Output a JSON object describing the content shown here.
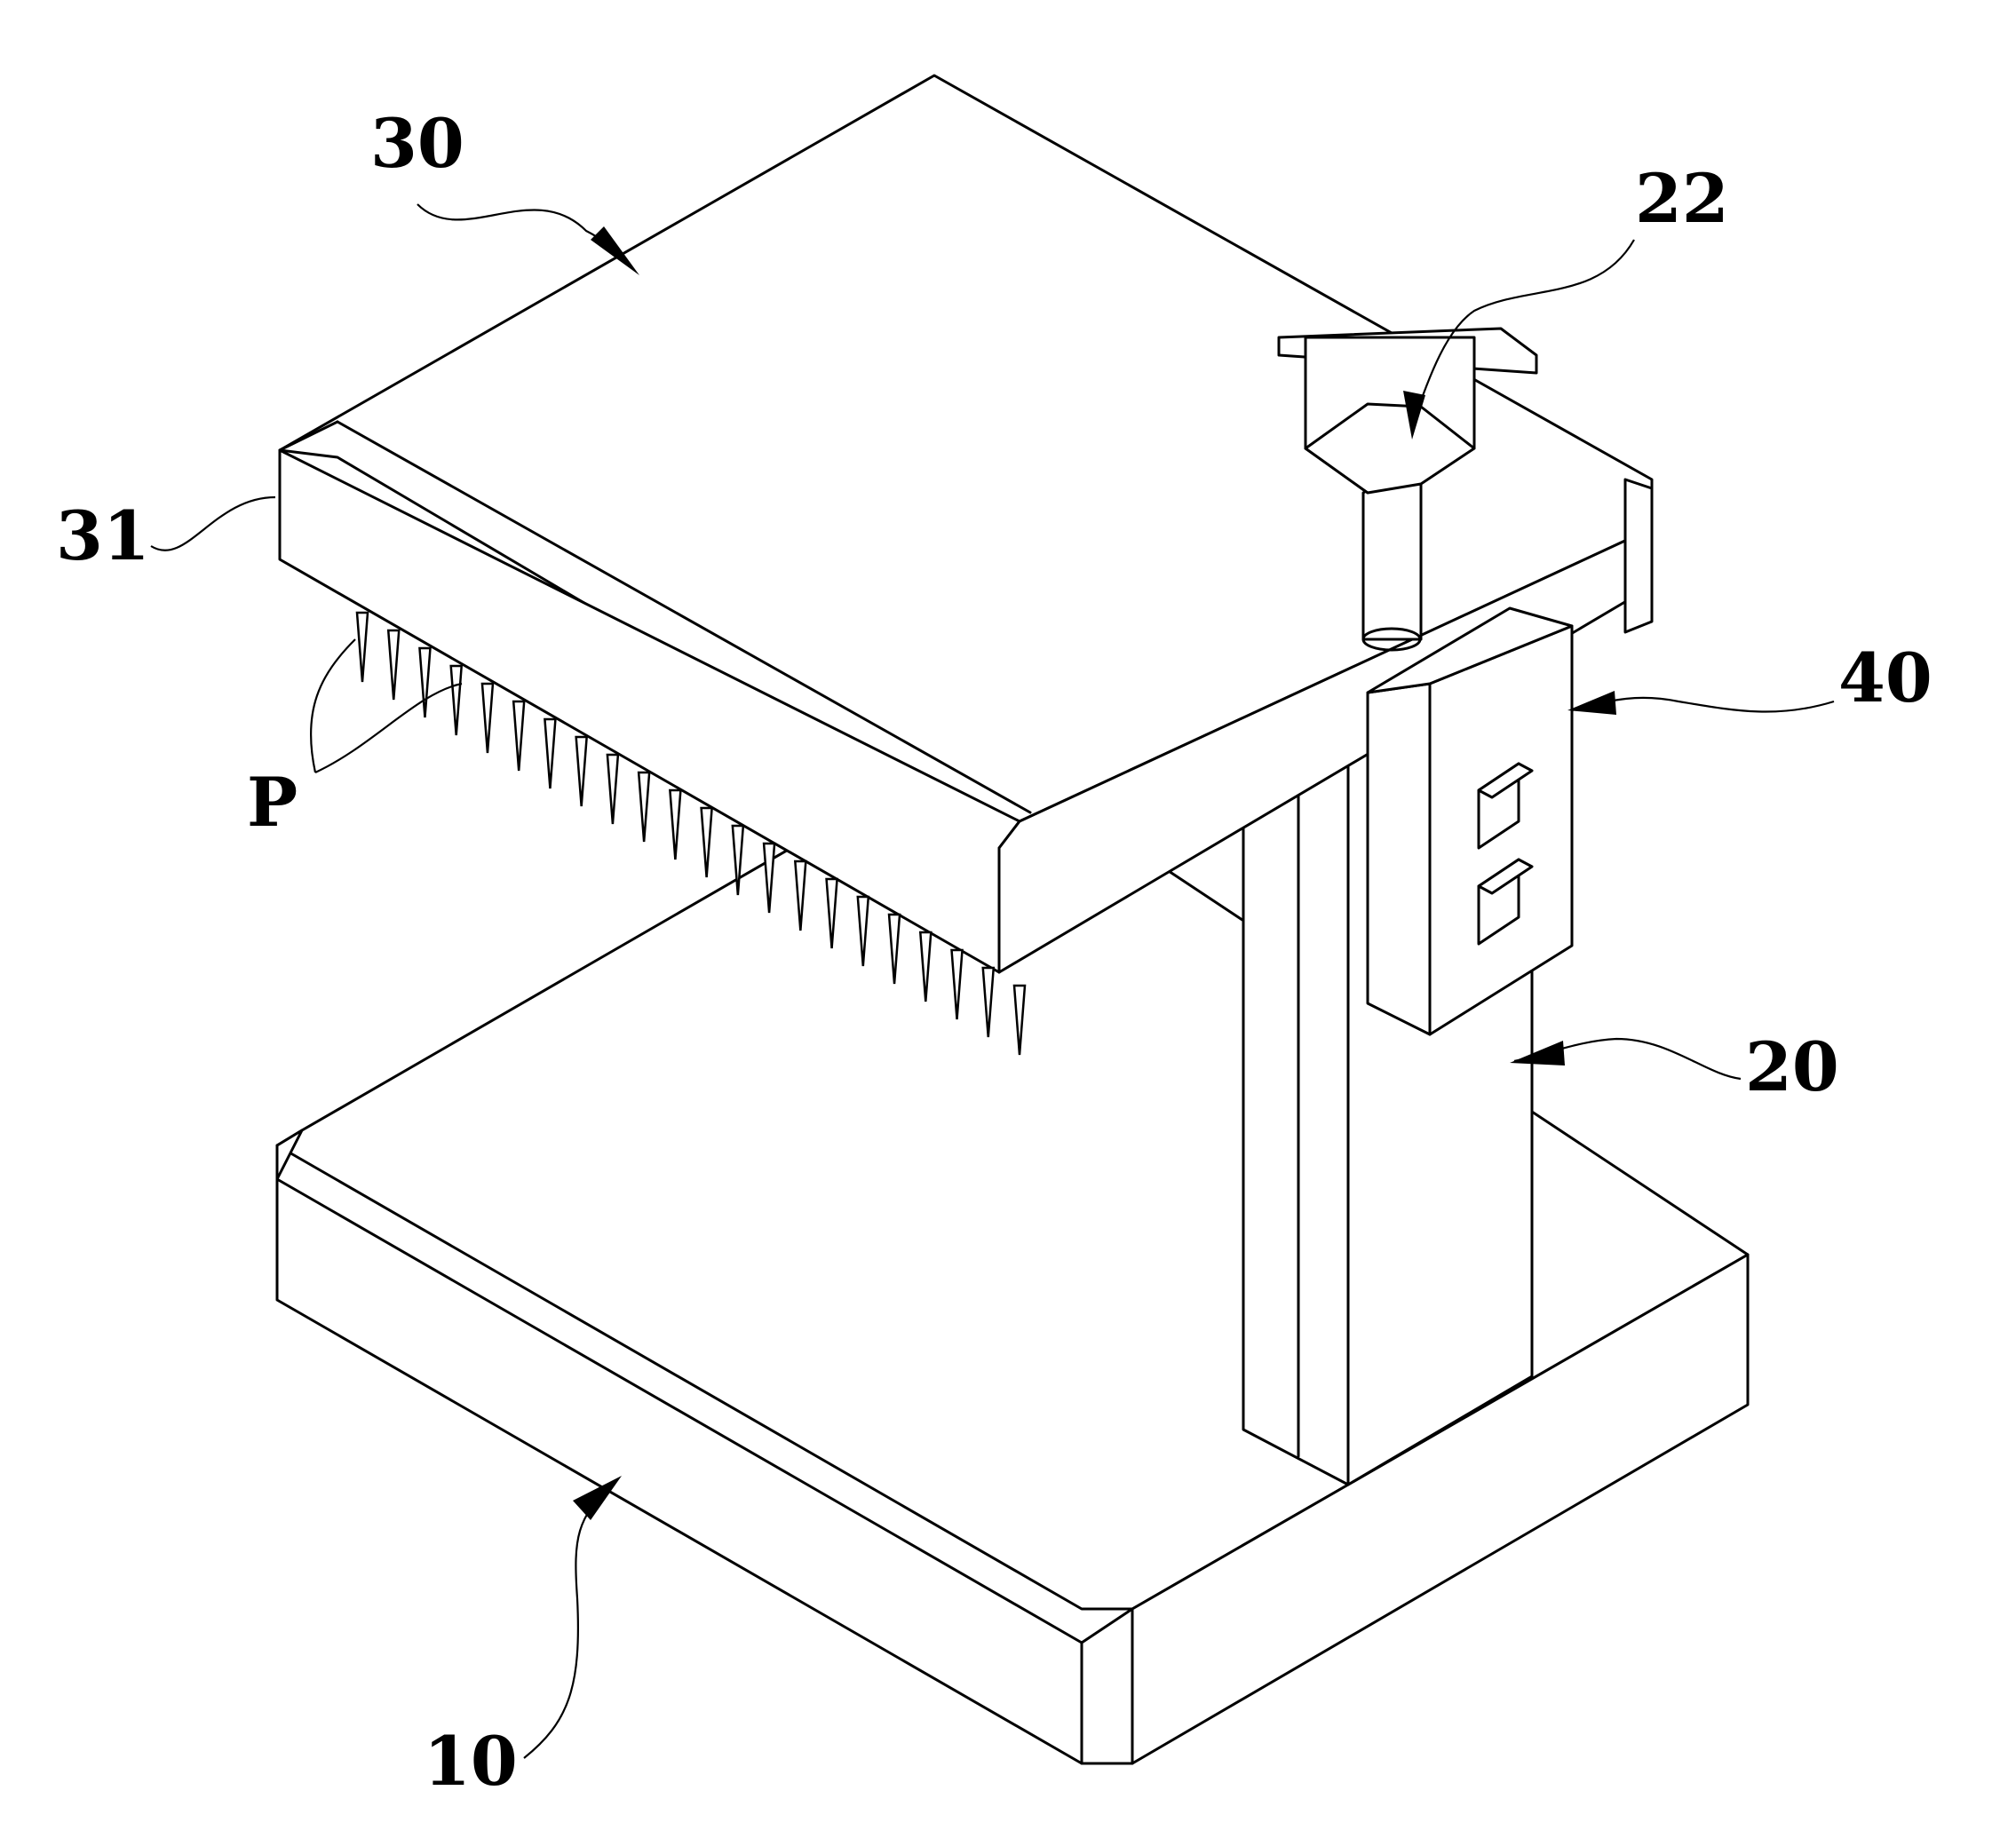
{
  "labels": {
    "platen": "30",
    "motor": "22",
    "platen_edge": "31",
    "pins": "P",
    "control_box": "40",
    "column": "20",
    "base": "10"
  }
}
